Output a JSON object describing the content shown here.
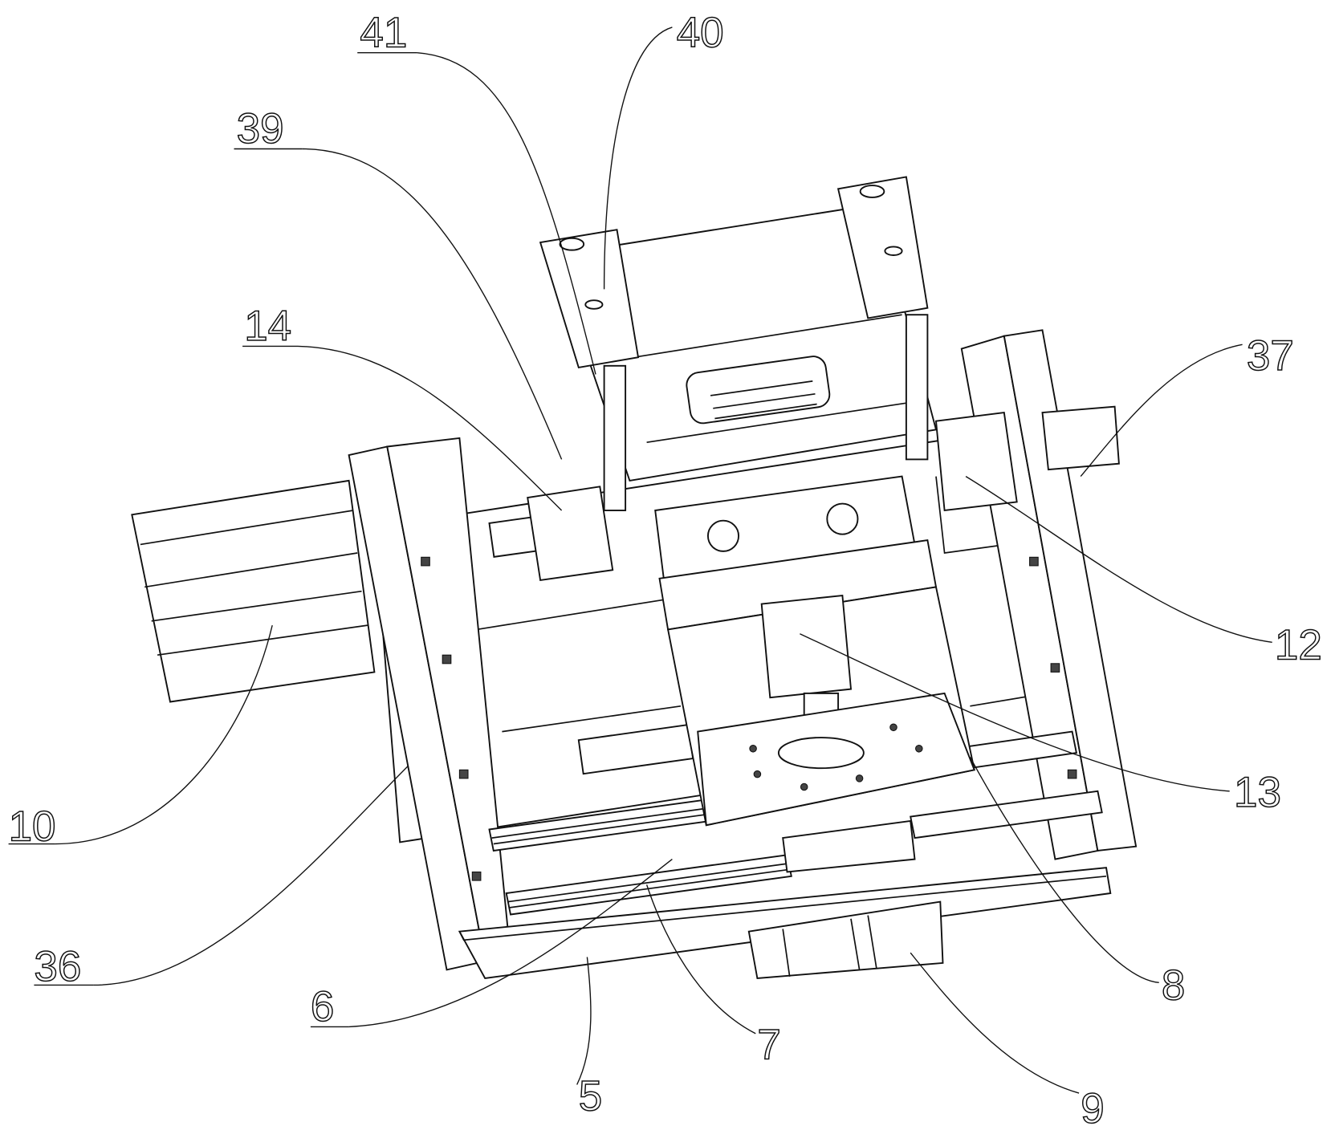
{
  "figure": {
    "labels": [
      {
        "id": "41",
        "text": "41",
        "underlined": true
      },
      {
        "id": "40",
        "text": "40",
        "underlined": false
      },
      {
        "id": "39",
        "text": "39",
        "underlined": true
      },
      {
        "id": "14",
        "text": "14",
        "underlined": true
      },
      {
        "id": "37",
        "text": "37",
        "underlined": false
      },
      {
        "id": "12",
        "text": "12",
        "underlined": false
      },
      {
        "id": "10",
        "text": "10",
        "underlined": true
      },
      {
        "id": "13",
        "text": "13",
        "underlined": false
      },
      {
        "id": "36",
        "text": "36",
        "underlined": true
      },
      {
        "id": "8",
        "text": "8",
        "underlined": false
      },
      {
        "id": "6",
        "text": "6",
        "underlined": true
      },
      {
        "id": "7",
        "text": "7",
        "underlined": false
      },
      {
        "id": "5",
        "text": "5",
        "underlined": false
      },
      {
        "id": "9",
        "text": "9",
        "underlined": false
      }
    ],
    "line_color": "#111111",
    "background": "#ffffff"
  }
}
